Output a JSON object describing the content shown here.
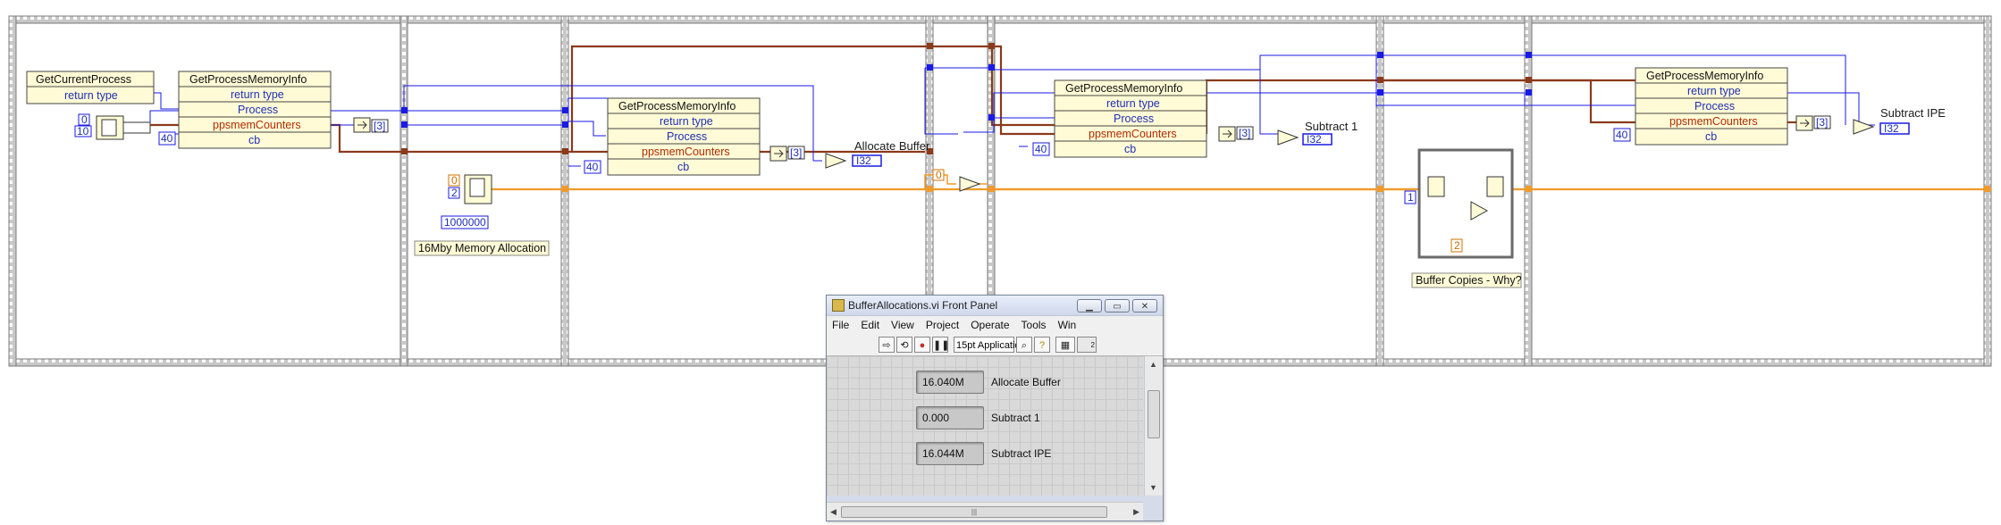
{
  "block_diagram": {
    "nodes": {
      "get_current_process": {
        "title": "GetCurrentProcess",
        "terminals": [
          "return type"
        ]
      },
      "gpmi_1": {
        "title": "GetProcessMemoryInfo",
        "terminals": [
          "return type",
          "Process",
          "ppsmemCounters",
          "cb"
        ]
      },
      "gpmi_2": {
        "title": "GetProcessMemoryInfo",
        "terminals": [
          "return type",
          "Process",
          "ppsmemCounters",
          "cb"
        ]
      },
      "gpmi_3": {
        "title": "GetProcessMemoryInfo",
        "terminals": [
          "return type",
          "Process",
          "ppsmemCounters",
          "cb"
        ]
      },
      "gpmi_4": {
        "title": "GetProcessMemoryInfo",
        "terminals": [
          "return type",
          "Process",
          "ppsmemCounters",
          "cb"
        ]
      }
    },
    "constants": {
      "zero_a": "0",
      "ten": "10",
      "forty_1": "40",
      "forty_2": "40",
      "forty_3": "40",
      "forty_4": "40",
      "zero_o": "0",
      "two_o": "2",
      "million": "1000000",
      "zero_o2": "0",
      "one": "1",
      "two_o2": "2"
    },
    "index_labels": [
      "[3]",
      "[3]",
      "[3]",
      "[3]"
    ],
    "indicators": {
      "allocate_buffer": "Allocate Buffer",
      "subtract_1": "Subtract 1",
      "subtract_ipe": "Subtract IPE",
      "type_tag": "I32"
    },
    "captions": {
      "mem_alloc": "16Mby Memory Allocation",
      "buffer_copies": "Buffer Copies - Why?"
    },
    "colors": {
      "int_wire": "#1a1ae6",
      "cluster_wire": "#8b3a1a",
      "u8_wire": "#f09a2a",
      "frame": "#8a8a8a",
      "node_bg": "#fffbd6"
    }
  },
  "front_panel": {
    "title": "BufferAllocations.vi Front Panel",
    "window_buttons": [
      "minimize",
      "maximize",
      "close"
    ],
    "menu": [
      "File",
      "Edit",
      "View",
      "Project",
      "Operate",
      "Tools",
      "Win"
    ],
    "font_selector": "15pt Applicatic",
    "toolbar_icons": [
      "run-arrow-icon",
      "run-continuous-icon",
      "abort-icon",
      "pause-icon",
      "search-icon",
      "help-icon"
    ],
    "indicators": [
      {
        "value": "16.040M",
        "label": "Allocate Buffer"
      },
      {
        "value": "0.000",
        "label": "Subtract 1"
      },
      {
        "value": "16.044M",
        "label": "Subtract IPE"
      }
    ],
    "vi_icon_count": "2"
  }
}
